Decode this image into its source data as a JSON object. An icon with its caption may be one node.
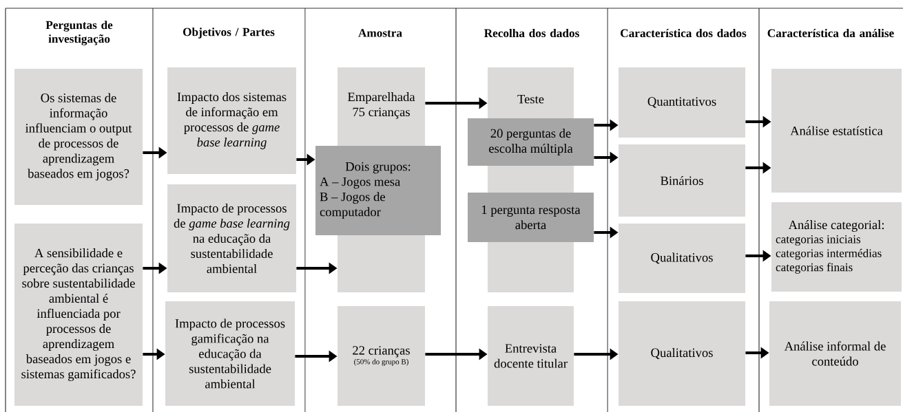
{
  "diagram": {
    "nodes": [
      {
        "text": [
          "Os sistemas de informação influenciam o output de processos de aprendizagem baseados em jogos?"
        ]
      },
      {
        "text": [
          "A sensibilidade e perceção das crianças sobre sustentabilidade ambiental é influenciada por processos de aprendizagem baseados em jogos e sistemas gamificados?"
        ]
      },
      {
        "text": [
          "Impacto dos sistemas de informação em processos de *game base learning*"
        ]
      },
      {
        "text": [
          "Impacto de processos de *game base learning* na educação da sustentabilidade ambiental"
        ]
      },
      {
        "text": [
          "Impacto de processos gamificação na educação da sustentabilidade ambiental"
        ]
      },
      {
        "text": [
          "Emparelhada 75 crianças"
        ]
      },
      {
        "text": [
          "Dois grupos:",
          "A – Jogos mesa",
          "B – Jogos de computador"
        ]
      },
      {
        "text": [
          "22 crianças",
          "(50% do grupo B)"
        ]
      },
      {
        "text": [
          "Teste"
        ]
      },
      {
        "text": [
          "20 perguntas de escolha múltipla"
        ]
      },
      {
        "text": [
          "1 pergunta resposta aberta"
        ]
      },
      {
        "text": [
          "Entrevista docente titular"
        ]
      },
      {
        "text": [
          "Quantitativos"
        ]
      },
      {
        "text": [
          "Binários"
        ]
      },
      {
        "text": [
          "Qualitativos"
        ]
      },
      {
        "text": [
          "Qualitativos"
        ]
      },
      {
        "text": [
          "Análise estatística"
        ]
      },
      {
        "text": [
          "Análise categorial:",
          "categorias iniciais",
          "categorias intermédias",
          "categorias finais"
        ]
      },
      {
        "text": [
          "Análise informal de conteúdo"
        ]
      }
    ],
    "edges": [
      {
        "from": 0,
        "to": 2,
        "arrow": "to"
      },
      {
        "from": 1,
        "to": 3,
        "arrow": "to"
      },
      {
        "from": 1,
        "to": 4,
        "arrow": "to"
      },
      {
        "from": 2,
        "to": 6,
        "arrow": "to"
      },
      {
        "from": 3,
        "to": 5,
        "arrow": "to"
      },
      {
        "from": 4,
        "to": 7,
        "arrow": "to"
      },
      {
        "from": 5,
        "to": 8,
        "arrow": "to"
      },
      {
        "from": 7,
        "to": 11,
        "arrow": "to"
      },
      {
        "from": 9,
        "to": 12,
        "arrow": "to"
      },
      {
        "from": 9,
        "to": 13,
        "arrow": "to"
      },
      {
        "from": 10,
        "to": 14,
        "arrow": "to"
      },
      {
        "from": 11,
        "to": 15,
        "arrow": "to"
      },
      {
        "from": 12,
        "to": 16,
        "arrow": "to"
      },
      {
        "from": 13,
        "to": 16,
        "arrow": "to"
      },
      {
        "from": 14,
        "to": 17,
        "arrow": "to"
      },
      {
        "from": 15,
        "to": 18,
        "arrow": "to"
      }
    ],
    "labels": [
      "Perguntas de investigação",
      "Objetivos / Partes",
      "Amostra",
      "Recolha dos dados",
      "Característica dos dados",
      "Característica da análise"
    ]
  }
}
